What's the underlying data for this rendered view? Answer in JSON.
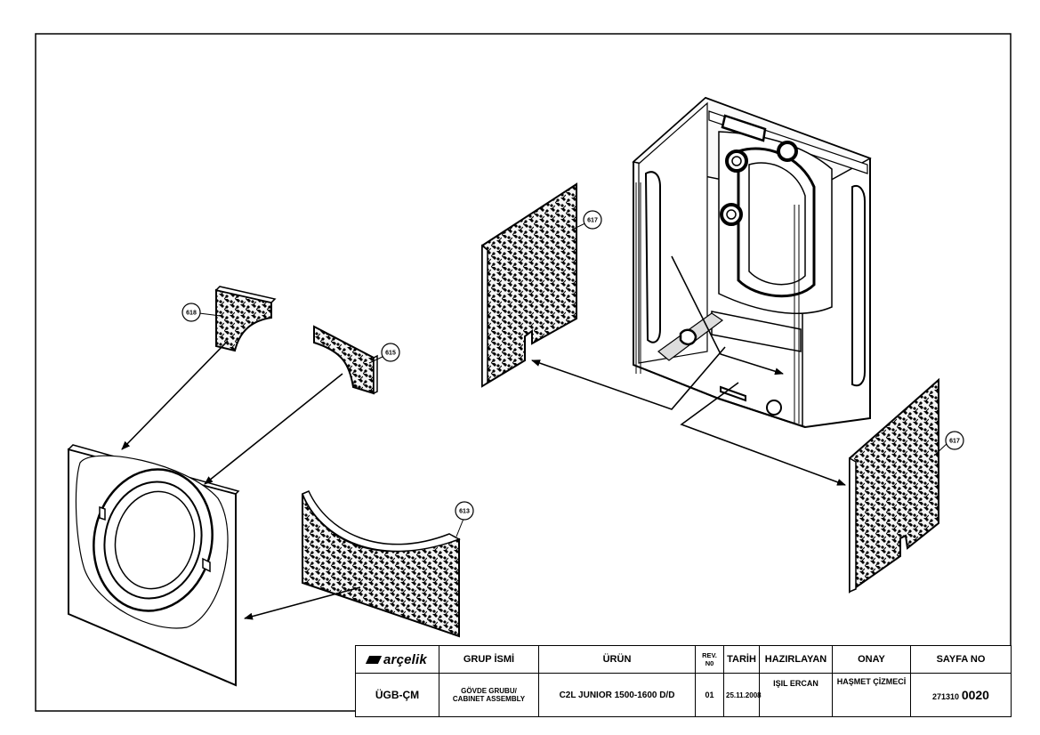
{
  "callouts": {
    "rear_panel": "617",
    "right_panel": "617",
    "upper_left_piece": "618",
    "upper_right_piece": "615",
    "front_lower_piece": "613"
  },
  "title_block": {
    "brand": "arçelik",
    "headers": {
      "group_name": "GRUP İSMİ",
      "product": "ÜRÜN",
      "rev_no": "REV. N0",
      "date": "TARİH",
      "prepared_by": "HAZIRLAYAN",
      "approval": "ONAY",
      "page_no": "SAYFA NO"
    },
    "values": {
      "code": "ÜGB-ÇM",
      "group_name_line1": "GÖVDE GRUBU/",
      "group_name_line2": "CABINET ASSEMBLY",
      "product": "C2L JUNIOR  1500-1600 D/D",
      "rev_no": "01",
      "date": "25.11.2008",
      "prepared_by": "IŞIL ERCAN",
      "approval": "HAŞMET ÇİZMECİ",
      "page_no_prefix": "271310",
      "page_no_number": "0020"
    }
  }
}
